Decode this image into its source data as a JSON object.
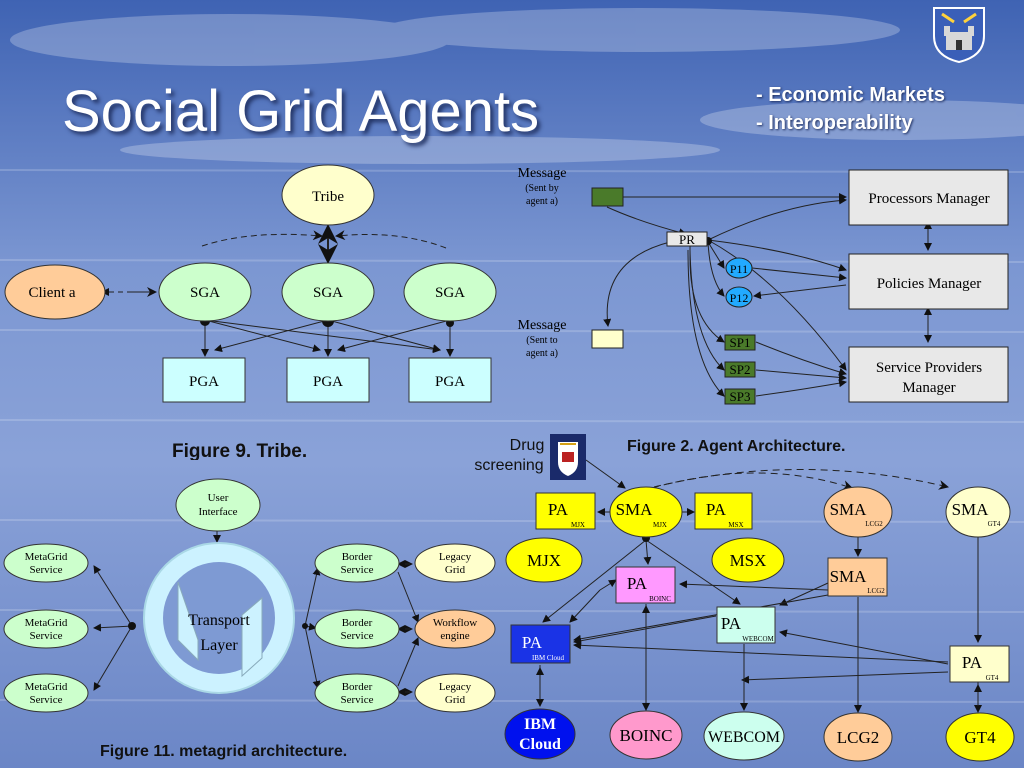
{
  "slide": {
    "title": "Social Grid Agents",
    "bullets": [
      "- Economic Markets",
      "- Interoperability"
    ]
  },
  "tribe": {
    "caption": "Figure 9. Tribe.",
    "tribe": "Tribe",
    "client": "Client a",
    "sga": [
      "SGA",
      "SGA",
      "SGA"
    ],
    "pga": [
      "PGA",
      "PGA",
      "PGA"
    ]
  },
  "agent": {
    "caption": "Figure 2. Agent Architecture.",
    "message_in": [
      "Message",
      "(Sent by",
      "agent a)"
    ],
    "message_out": [
      "Message",
      "(Sent to",
      "agent a)"
    ],
    "pr": "PR",
    "p": [
      "P11",
      "P12"
    ],
    "sp": [
      "SP1",
      "SP2",
      "SP3"
    ],
    "processors": "Processors Manager",
    "policies": "Policies Manager",
    "service_providers": [
      "Service Providers",
      "Manager"
    ]
  },
  "metagrid": {
    "caption": "Figure 11. metagrid architecture.",
    "user_interface": [
      "User",
      "Interface"
    ],
    "metagrid_service": [
      "MetaGrid",
      "Service"
    ],
    "border_service": [
      "Border",
      "Service"
    ],
    "legacy_grid": [
      "Legacy",
      "Grid"
    ],
    "workflow": [
      "Workflow",
      "engine"
    ],
    "transport": [
      "Transport",
      "Layer"
    ]
  },
  "drug": {
    "label": [
      "Drug",
      "screening"
    ],
    "pa": "PA",
    "sma": "SMA",
    "subs": {
      "mjx": "MJX",
      "msx": "MSX",
      "lcg2": "LCG2",
      "gt4": "GT4",
      "boinc": "BOINC",
      "webcom": "WEBCOM",
      "ibm": "IBM Cloud"
    },
    "resources": [
      "MJX",
      "MSX",
      "BOINC",
      "WEBCOM",
      "LCG2",
      "GT4"
    ],
    "ibm": [
      "IBM",
      "Cloud"
    ]
  },
  "colors": {
    "pale_yellow": "#ffffcc",
    "pale_green": "#ccffcc",
    "pale_cyan": "#ccffff",
    "peach": "#ffcc99",
    "yellow": "#ffff00",
    "dark_green": "#4a7a2a",
    "ibm_blue": "#1a33e6",
    "pink": "#ff99cc"
  }
}
